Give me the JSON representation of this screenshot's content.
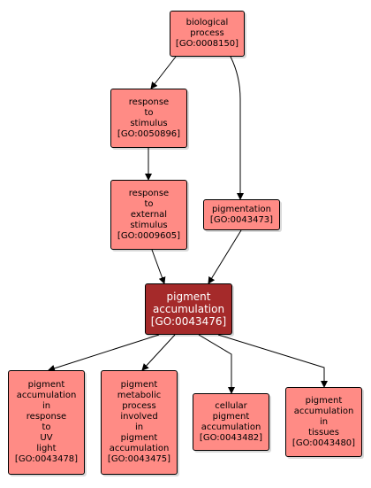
{
  "nodes": {
    "biological_process": {
      "lines": [
        "biological",
        "process",
        "[GO:0008150]"
      ]
    },
    "response_to_stimulus": {
      "lines": [
        "response",
        "to",
        "stimulus",
        "[GO:0050896]"
      ]
    },
    "response_to_external_stimulus": {
      "lines": [
        "response",
        "to",
        "external",
        "stimulus",
        "[GO:0009605]"
      ]
    },
    "pigmentation": {
      "lines": [
        "pigmentation",
        "[GO:0043473]"
      ]
    },
    "pigment_accumulation": {
      "lines": [
        "pigment",
        "accumulation",
        "[GO:0043476]"
      ]
    },
    "pigment_accumulation_uv": {
      "lines": [
        "pigment",
        "accumulation",
        "in",
        "response",
        "to",
        "UV",
        "light",
        "[GO:0043478]"
      ]
    },
    "pigment_metabolic_process": {
      "lines": [
        "pigment",
        "metabolic",
        "process",
        "involved",
        "in",
        "pigment",
        "accumulation",
        "[GO:0043475]"
      ]
    },
    "cellular_pigment_accumulation": {
      "lines": [
        "cellular",
        "pigment",
        "accumulation",
        "[GO:0043482]"
      ]
    },
    "pigment_accumulation_tissues": {
      "lines": [
        "pigment",
        "accumulation",
        "in",
        "tissues",
        "[GO:0043480]"
      ]
    }
  },
  "colors": {
    "node_fill": "#ff8b85",
    "focus_fill": "#a52a2a",
    "edge": "#000000"
  }
}
